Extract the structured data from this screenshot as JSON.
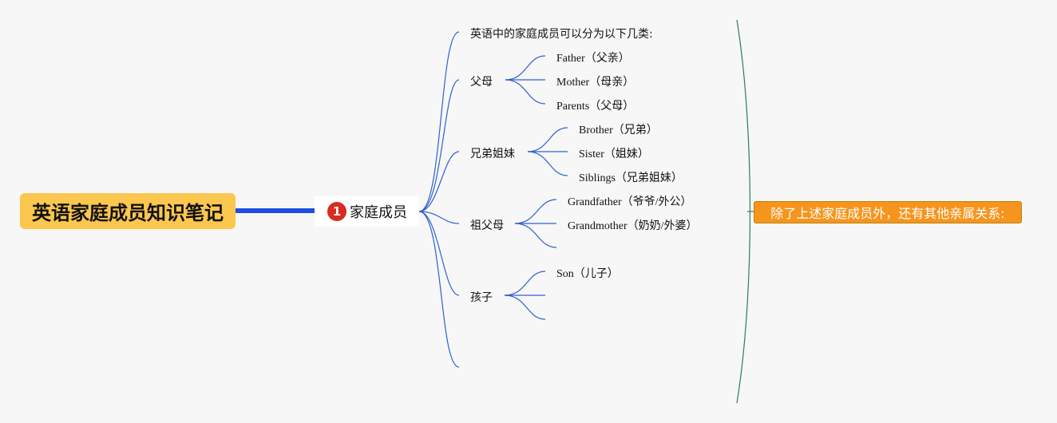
{
  "root": {
    "title": "英语家庭成员知识笔记"
  },
  "main": {
    "badge": "1",
    "label": "家庭成员"
  },
  "branches": {
    "intro": "英语中的家庭成员可以分为以下几类:",
    "parents": {
      "label": "父母",
      "items": [
        "Father（父亲）",
        "Mother（母亲）",
        "Parents（父母）"
      ]
    },
    "siblings": {
      "label": "兄弟姐妹",
      "items": [
        "Brother（兄弟）",
        "Sister（姐妹）",
        "Siblings（兄弟姐妹）"
      ]
    },
    "grandparents": {
      "label": "祖父母",
      "items": [
        "Grandfather（爷爷/外公）",
        "Grandmother（奶奶/外婆）",
        ""
      ]
    },
    "children": {
      "label": "孩子",
      "items": [
        "Son（儿子）",
        "",
        ""
      ]
    }
  },
  "summary": {
    "label": "除了上述家庭成员外，还有其他亲属关系:"
  },
  "colors": {
    "root_bg": "#fcc74f",
    "connector_main": "#1f4fe0",
    "connector_branch": "#2f5fd0",
    "summary_bg": "#f7941d",
    "summary_bracket": "#2e7d5a",
    "badge": "#d92b20"
  }
}
